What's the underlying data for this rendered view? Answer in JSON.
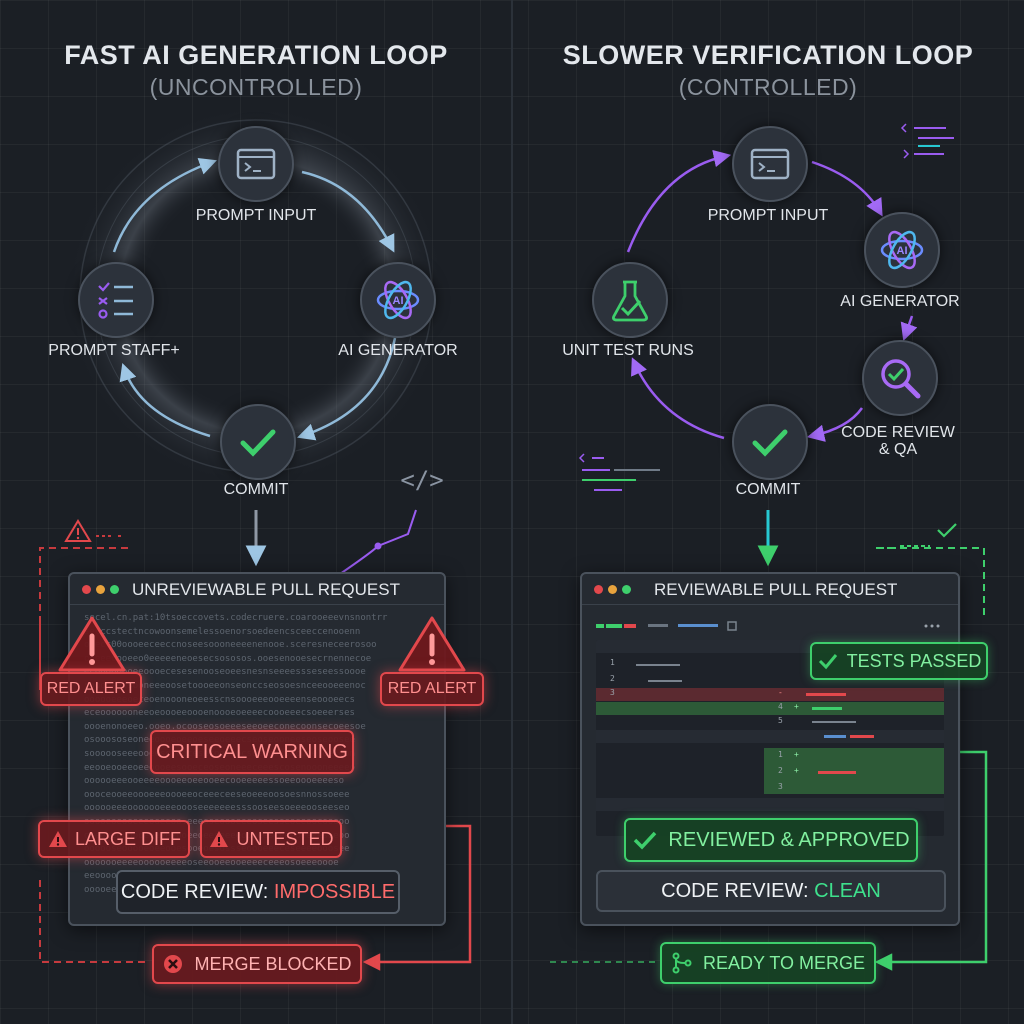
{
  "left": {
    "title": "FAST AI GENERATION LOOP",
    "subtitle": "(UNCONTROLLED)",
    "nodes": {
      "prompt_input": "PROMPT INPUT",
      "ai_generator": "AI GENERATOR",
      "commit": "COMMIT",
      "prompt_staff": "PROMPT STAFF+"
    },
    "ai_icon_text": "AI",
    "panel": {
      "title": "UNREVIEWABLE PULL REQUEST",
      "red_alert_left": "RED ALERT",
      "red_alert_right": "RED ALERT",
      "critical_warning": "CRITICAL WARNING",
      "large_diff": "LARGE DIFF",
      "untested": "UNTESTED",
      "code_review_prefix": "CODE REVIEW: ",
      "code_review_status": "IMPOSSIBLE"
    },
    "merge_status": "MERGE BLOCKED",
    "code_icon_text": "</>"
  },
  "right": {
    "title": "SLOWER VERIFICATION LOOP",
    "subtitle": "(CONTROLLED)",
    "nodes": {
      "prompt_input": "PROMPT INPUT",
      "ai_generator": "AI GENERATOR",
      "code_review": "CODE REVIEW",
      "code_review_2": "& QA",
      "commit": "COMMIT",
      "unit_tests": "UNIT TEST RUNS"
    },
    "ai_icon_text": "AI",
    "panel": {
      "title": "REVIEWABLE PULL REQUEST",
      "tests_passed": "TESTS PASSED",
      "reviewed_approved": "REVIEWED & APPROVED",
      "code_review_prefix": "CODE REVIEW: ",
      "code_review_status": "CLEAN",
      "line_numbers": [
        "1",
        "2",
        "3",
        "4",
        "5",
        "1",
        "2",
        "3"
      ],
      "markers": [
        "-",
        "+",
        "+",
        "+"
      ]
    },
    "merge_status": "READY TO MERGE"
  },
  "colors": {
    "background": "#1b1f25",
    "red": "#e2484c",
    "green": "#3ecf6c",
    "purple": "#9a5cf0",
    "blue_arrow": "#8fb9d8",
    "cyan_arrow": "#27c8d2"
  }
}
